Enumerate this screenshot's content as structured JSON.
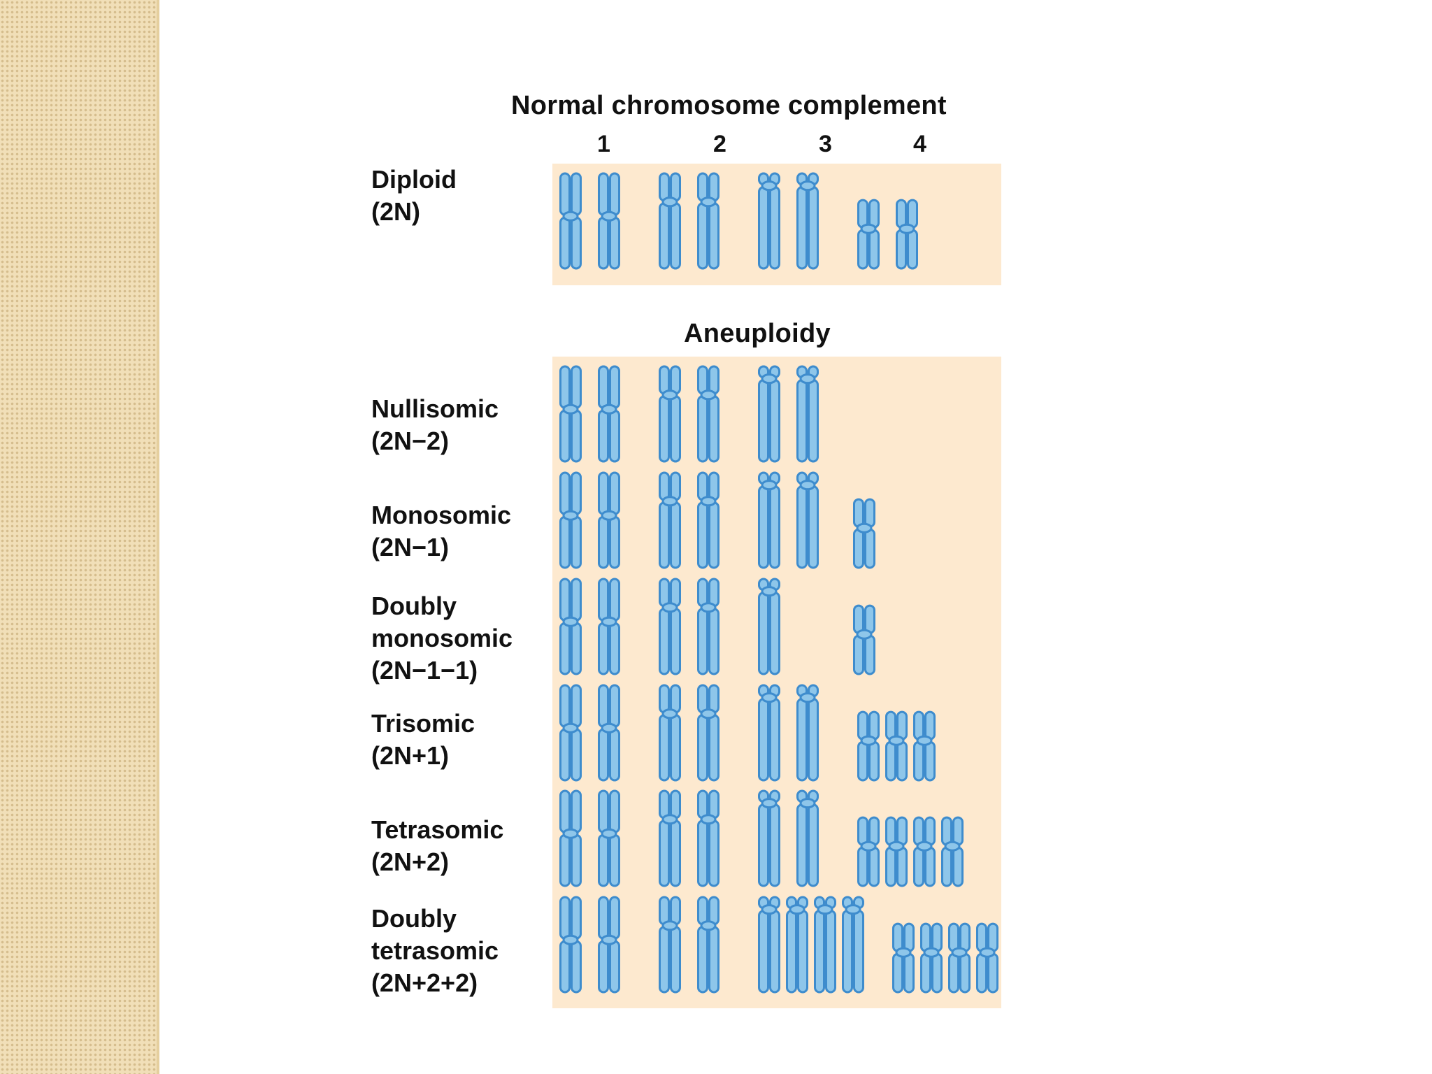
{
  "titles": {
    "normal": "Normal chromosome complement",
    "aneuploidy": "Aneuploidy"
  },
  "chromosome_columns": [
    "1",
    "2",
    "3",
    "4"
  ],
  "rows": [
    {
      "label": "Diploid\n(2N)",
      "counts": [
        2,
        2,
        2,
        2
      ]
    },
    {
      "label": "Nullisomic\n(2N−2)",
      "counts": [
        2,
        2,
        2,
        0
      ]
    },
    {
      "label": "Monosomic\n(2N−1)",
      "counts": [
        2,
        2,
        2,
        1
      ]
    },
    {
      "label": "Doubly\nmonosomic\n(2N−1−1)",
      "counts": [
        2,
        2,
        1,
        1
      ]
    },
    {
      "label": "Trisomic\n(2N+1)",
      "counts": [
        2,
        2,
        2,
        3
      ]
    },
    {
      "label": "Tetrasomic\n(2N+2)",
      "counts": [
        2,
        2,
        2,
        4
      ]
    },
    {
      "label": "Doubly\ntetrasomic\n(2N+2+2)",
      "counts": [
        2,
        2,
        4,
        4
      ]
    }
  ],
  "colors": {
    "chromosome_fill": "#8ec6ea",
    "chromosome_stroke": "#3e8ccd",
    "panel_bg": "#fde9cf",
    "side_strip": "#f1dfb8"
  }
}
